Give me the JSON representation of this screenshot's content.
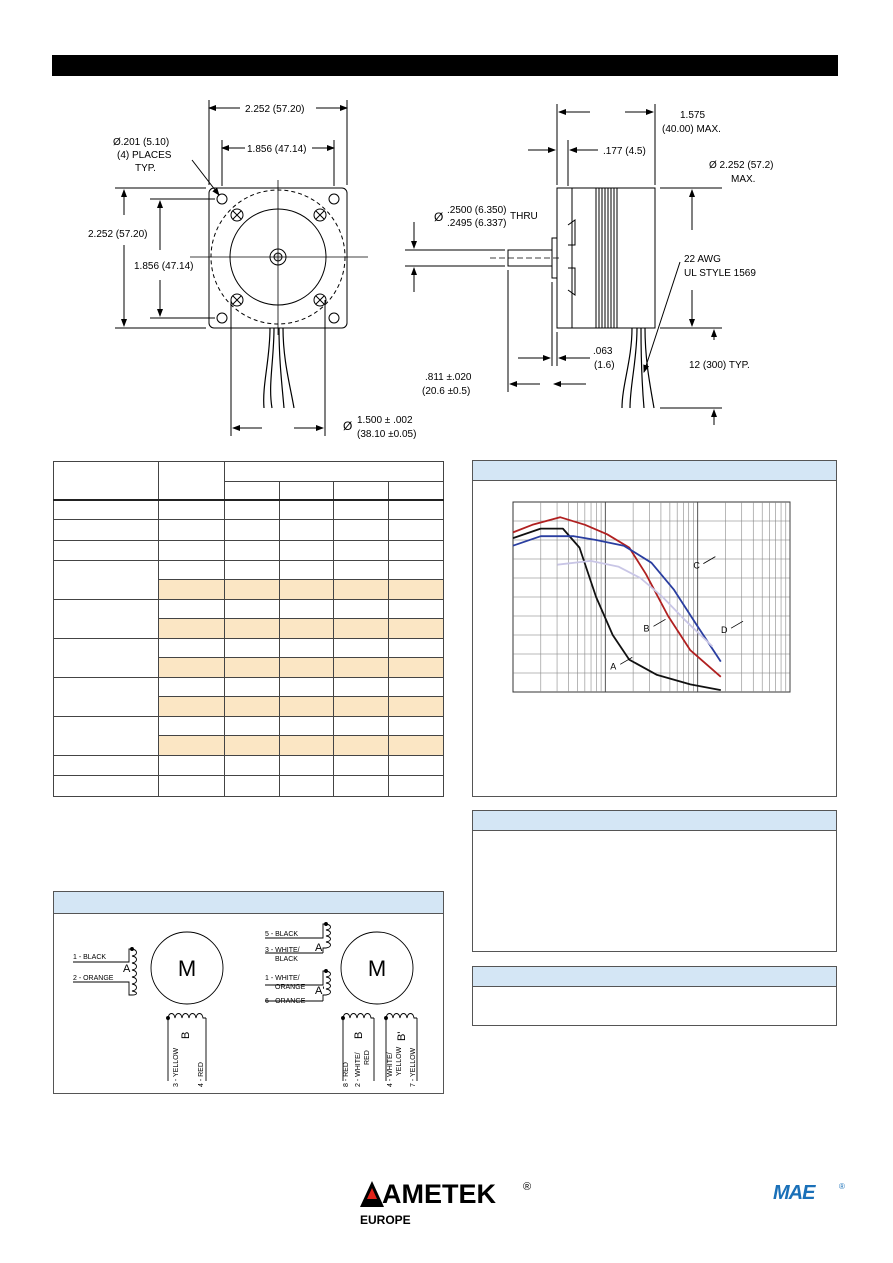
{
  "drawing": {
    "front": {
      "overall_width": "2.252 (57.20)",
      "hole_spacing_width": "1.856 (47.14)",
      "hole_dia_line1": "Ø.201 (5.10)",
      "hole_dia_line2": "(4) PLACES",
      "hole_dia_line3": "TYP.",
      "overall_height": "2.252 (57.20)",
      "hole_spacing_height": "1.856 (47.14)",
      "pilot_symbol": "Ø",
      "pilot_line1": "1.500 ± .002",
      "pilot_line2": "(38.10 ±0.05)"
    },
    "side": {
      "length_line1": "1.575",
      "length_line2": "(40.00) MAX.",
      "pilot_depth": ".177 (4.5)",
      "body_dia_line1": "Ø 2.252 (57.2)",
      "body_dia_line2": "MAX.",
      "shaft_symbol": "Ø",
      "shaft_line1": ".2500 (6.350)",
      "shaft_line2": ".2495 (6.337)",
      "shaft_thru": "THRU",
      "wire_line1": "22 AWG",
      "wire_line2": "UL STYLE 1569",
      "flange_line1": ".063",
      "flange_line2": "(1.6)",
      "shaft_len_line1": ".811 ±.020",
      "shaft_len_line2": "(20.6 ±0.5)",
      "lead_length": "12 (300) TYP."
    }
  },
  "chart_data": {
    "type": "line",
    "title": "",
    "xlabel": "",
    "ylabel": "",
    "x_scale": "log",
    "grid": true,
    "series": [
      {
        "name": "A",
        "color": "#111111"
      },
      {
        "name": "B",
        "color": "#b02020"
      },
      {
        "name": "C",
        "color": "#2a3ea0"
      },
      {
        "name": "D",
        "color": "#c9c6e6"
      }
    ]
  },
  "wiring": {
    "left": {
      "motor": "M",
      "w1": "1 - BLACK",
      "w2": "2 - ORANGE",
      "coil_a": "A",
      "coil_b": "B",
      "w3": "3 - YELLOW",
      "w4": "4 - RED"
    },
    "right": {
      "motor": "M",
      "w5": "5 - BLACK",
      "w3a": "3 - WHITE/",
      "w3b": "BLACK",
      "coil_a": "A",
      "w1a": "1 - WHITE/",
      "w1b": "ORANGE",
      "coil_a2": "A'",
      "w6": "6 - ORANGE",
      "coil_b": "B",
      "coil_b2": "B'",
      "w8": "8 - RED",
      "w2a": "2 - WHITE/",
      "w2b": "RED",
      "w4a": "4 - WHITE/",
      "w4b": "YELLOW",
      "w7": "7 - YELLOW"
    }
  },
  "footer": {
    "brand": "AMETEK",
    "registered": "®",
    "region": "EUROPE",
    "brand2": "MAE",
    "registered2": "®"
  },
  "colors": {
    "panel_header": "#d4e6f5",
    "table_highlight": "#fbe6c4",
    "ametek_red": "#e2231a",
    "mae_blue": "#1a70b8"
  }
}
